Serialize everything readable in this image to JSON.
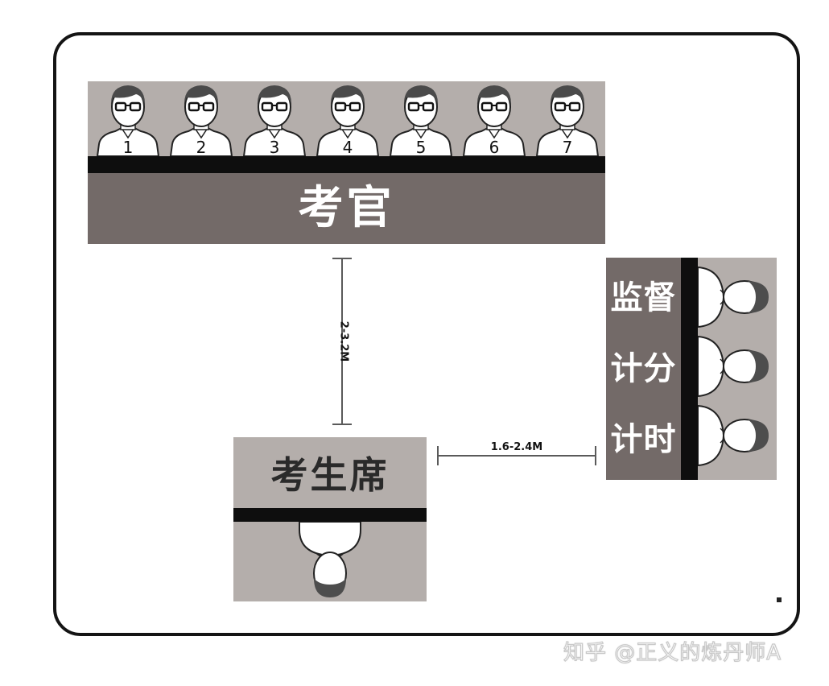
{
  "examiners": {
    "title": "考官",
    "seats": [
      "1",
      "2",
      "3",
      "4",
      "5",
      "6",
      "7"
    ]
  },
  "candidate": {
    "title": "考生席"
  },
  "staff": {
    "labels": [
      "监督",
      "计分",
      "计时"
    ]
  },
  "dimensions": {
    "examiner_to_candidate": "2-3.2M",
    "candidate_to_staff": "1.6-2.4M"
  },
  "watermark": "知乎 @正义的炼丹师A",
  "colors": {
    "panel_dark": "#736a68",
    "panel_light": "#b4aeab",
    "bar": "#0e0e0e",
    "frame": "#141414"
  }
}
